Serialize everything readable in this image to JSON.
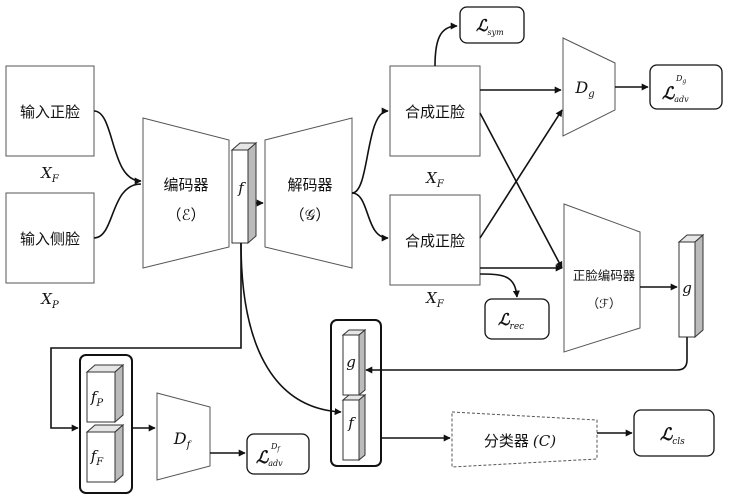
{
  "nodes": {
    "input_front": {
      "label": "输入正脸",
      "var": "X",
      "sub": "F"
    },
    "input_side": {
      "label": "输入侧脸",
      "var": "X",
      "sub": "P"
    },
    "encoder": {
      "label": "编码器",
      "symbol": "（ℰ）"
    },
    "feature": {
      "label": "f"
    },
    "decoder": {
      "label": "解码器",
      "symbol": "（𝒢）"
    },
    "synth_front_1": {
      "label": "合成正脸",
      "var": "X",
      "sub": "F"
    },
    "synth_front_2": {
      "label": "合成正脸",
      "var": "X",
      "sub": "F"
    },
    "disc_g": {
      "label": "D",
      "sub": "g"
    },
    "front_encoder": {
      "label": "正脸编码器",
      "symbol": "（ℱ）"
    },
    "feat_g": {
      "label": "g"
    },
    "disc_f": {
      "label": "D",
      "sub": "f"
    },
    "classifier": {
      "label": "分类器",
      "symbol": "(C)"
    },
    "stack_fp": {
      "label": "f",
      "sub": "P"
    },
    "stack_ff": {
      "label": "f",
      "sub": "F"
    },
    "concat_g": {
      "label": "g"
    },
    "concat_f": {
      "label": "f"
    }
  },
  "losses": {
    "sym": {
      "main": "ℒ",
      "sub": "sym"
    },
    "adv_g": {
      "main": "ℒ",
      "sub": "adv",
      "sup": "D",
      "supsub": "g"
    },
    "rec": {
      "main": "ℒ",
      "sub": "rec"
    },
    "adv_f": {
      "main": "ℒ",
      "sub": "adv",
      "sup": "D",
      "supsub": "f"
    },
    "cls": {
      "main": "ℒ",
      "sub": "cls"
    }
  }
}
